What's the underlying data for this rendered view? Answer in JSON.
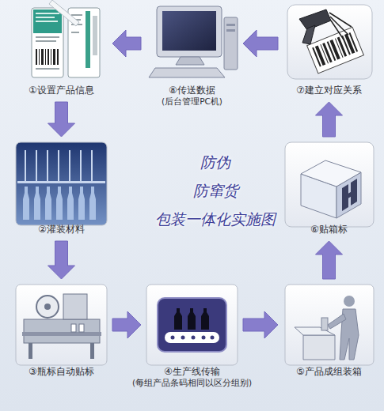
{
  "diagram": {
    "title": "防伪 防窜货 包装一体化实施图",
    "nodes": [
      {
        "text": [
          "①设置产品信息"
        ]
      },
      {
        "text": [
          "②灌装材料"
        ]
      },
      {
        "text": [
          "③瓶标自动贴标"
        ]
      },
      {
        "text": [
          "④生产线传输",
          "(每组产品条码相同以区分组别)"
        ]
      },
      {
        "text": [
          "⑤产品成组装箱"
        ]
      },
      {
        "text": [
          "⑥贴箱标"
        ]
      },
      {
        "text": [
          "⑦建立对应关系"
        ]
      },
      {
        "text": [
          "⑧传送数据",
          "(后台管理PC机)"
        ]
      }
    ],
    "edges": [
      {
        "from": 0,
        "to": 1,
        "arrow": "to"
      },
      {
        "from": 1,
        "to": 2,
        "arrow": "to"
      },
      {
        "from": 2,
        "to": 3,
        "arrow": "to"
      },
      {
        "from": 3,
        "to": 4,
        "arrow": "to"
      },
      {
        "from": 4,
        "to": 5,
        "arrow": "to"
      },
      {
        "from": 5,
        "to": 6,
        "arrow": "to"
      },
      {
        "from": 6,
        "to": 7,
        "arrow": "to"
      },
      {
        "from": 7,
        "to": 0,
        "arrow": "to"
      }
    ]
  }
}
